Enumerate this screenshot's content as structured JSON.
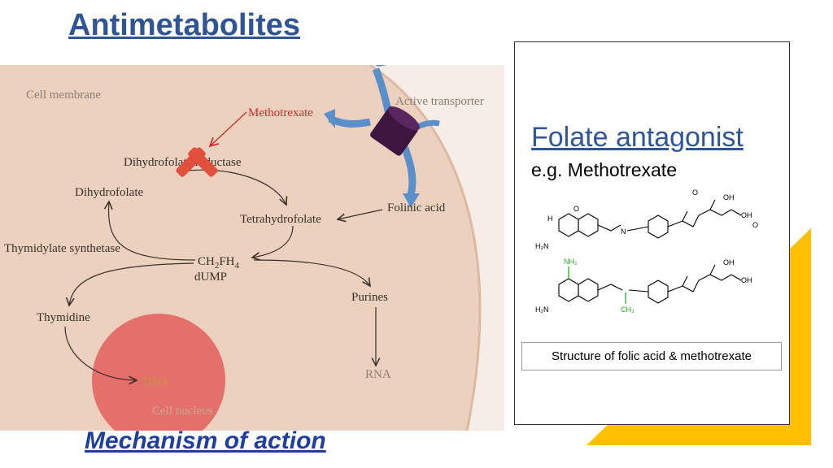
{
  "slide": {
    "title": "Antimetabolites",
    "caption": "Mechanism of action"
  },
  "diagram": {
    "cell_membrane": "Cell membrane",
    "active_transporter": "Active transporter",
    "methotrexate": "Methotrexate",
    "dihydrofolate_reductase": "Dihydrofolate reductase",
    "dihydrofolate": "Dihydrofolate",
    "tetrahydrofolate": "Tetrahydrofolate",
    "folinic_acid": "Folinic acid",
    "thymidylate_synthetase": "Thymidylate synthetase",
    "ch2fh4": "CH2FH4",
    "dump": "dUMP",
    "purines": "Purines",
    "thymidine": "Thymidine",
    "dna": "DNA",
    "rna": "RNA",
    "cell_nucleus": "Cell nucleus"
  },
  "panel": {
    "title": "Folate antagonist",
    "subtitle": "e.g. Methotrexate",
    "structure_caption": "Structure of folic acid & methotrexate"
  },
  "colors": {
    "title_blue": "#2f5597",
    "caption_blue": "#1f3fa0",
    "cell_fill": "#ecd2be",
    "nucleus_fill": "#e46f6b",
    "inhibit_red": "#e0503c",
    "accent_gold": "#ffc000",
    "transporter_purple": "#3d1640",
    "arrow_blue": "#5b8fc9",
    "highlight_green": "#22aa22"
  }
}
